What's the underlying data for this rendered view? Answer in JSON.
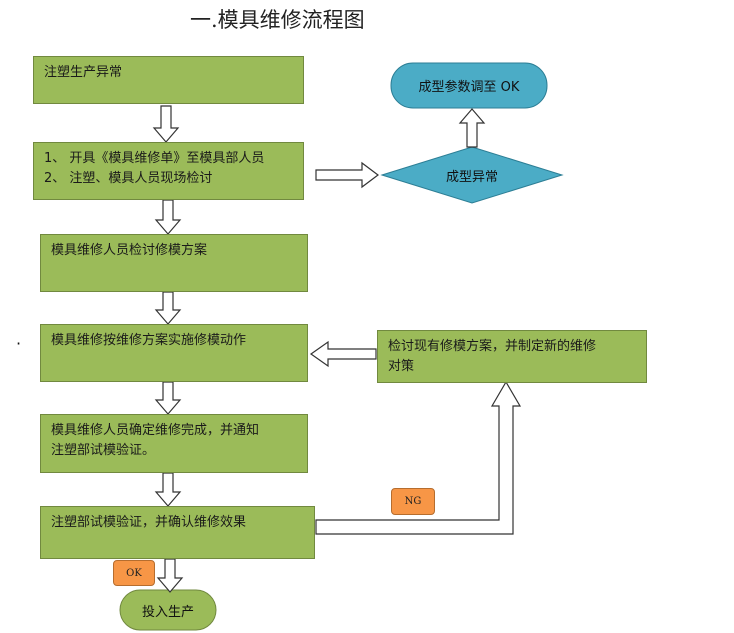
{
  "title": "一.模具维修流程图",
  "nodes": {
    "n1": "注塑生产异常",
    "n2": "1、 开具《模具维修单》至模具部人员\n2、 注塑、模具人员现场检讨",
    "n3": "模具维修人员检讨修模方案",
    "n4": "模具维修按维修方案实施修模动作",
    "n5": "模具维修人员确定维修完成，并通知\n注塑部试模验证。",
    "n6": "注塑部试模验证，并确认维修效果",
    "n7": "检讨现有修模方案，并制定新的维修\n对策",
    "decision": "成型异常",
    "ok_top": "成型参数调至 OK",
    "end": "投入生产"
  },
  "labels": {
    "ng": "NG",
    "ok": "OK"
  },
  "bullet": "·",
  "colors": {
    "process_fill": "#9bbb59",
    "terminal_fill": "#4bacc6",
    "end_fill": "#9bbb59",
    "badge_fill": "#f79646"
  }
}
